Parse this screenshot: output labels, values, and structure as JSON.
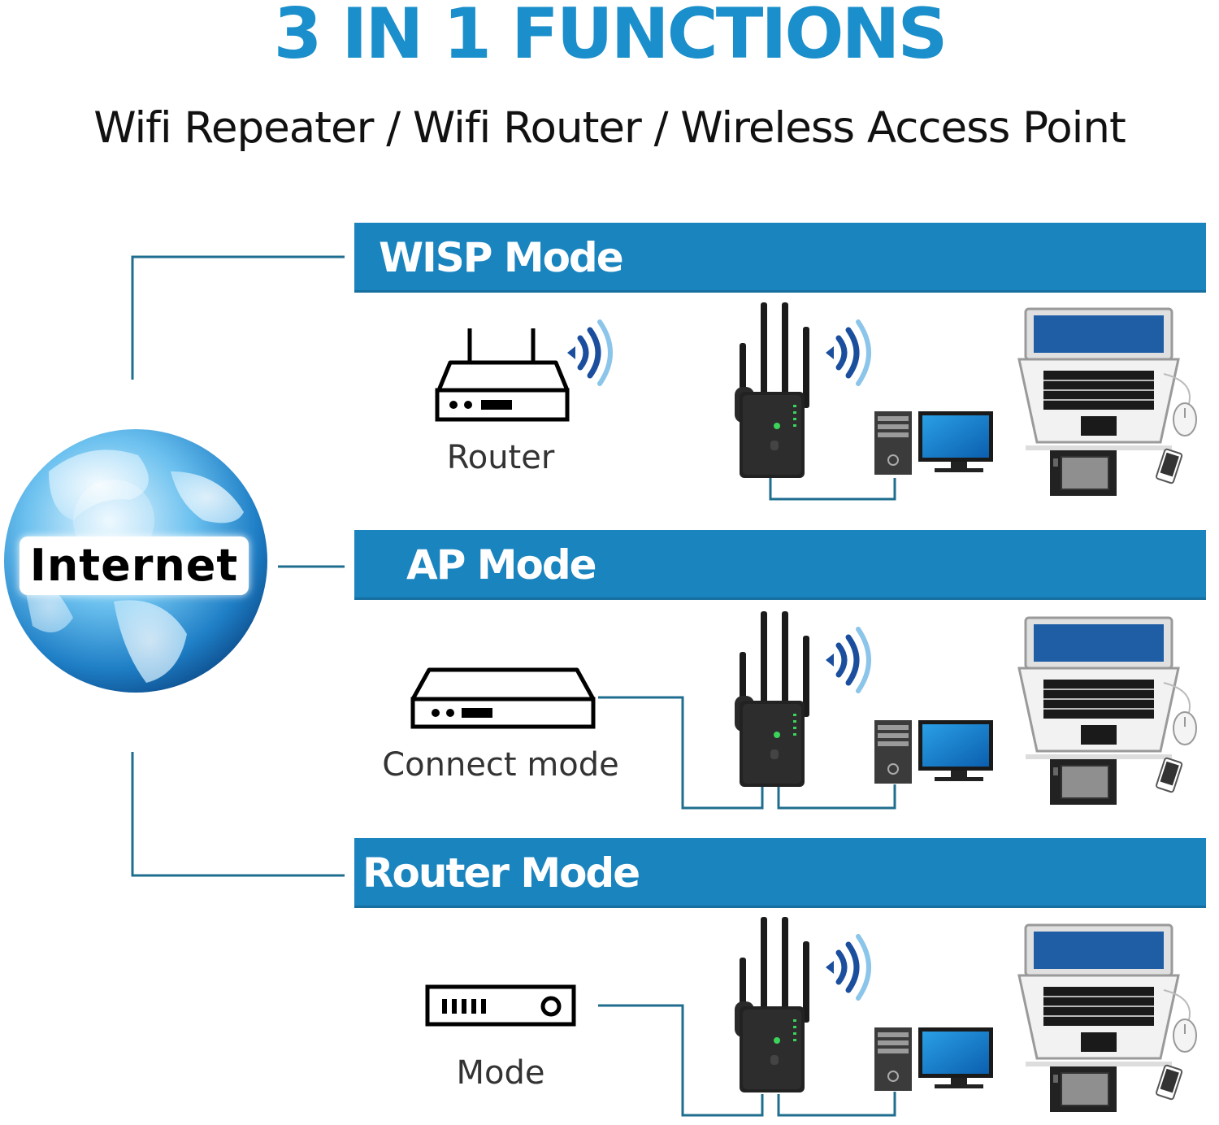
{
  "title": "3 IN 1 FUNCTIONS",
  "subtitle": "Wifi Repeater / Wifi Router / Wireless Access Point",
  "internet_label": "Internet",
  "modes": [
    {
      "header": "WISP Mode",
      "source_label": "Router",
      "source_icon": "wifi-router-icon"
    },
    {
      "header": "AP Mode",
      "source_label": "Connect mode",
      "source_icon": "switch-box-icon"
    },
    {
      "header": "Router Mode",
      "source_label": "Mode",
      "source_icon": "modem-icon"
    }
  ],
  "colors": {
    "accent": "#1a8fcb",
    "band": "#1a84bf",
    "connector": "#1f6d8f"
  }
}
